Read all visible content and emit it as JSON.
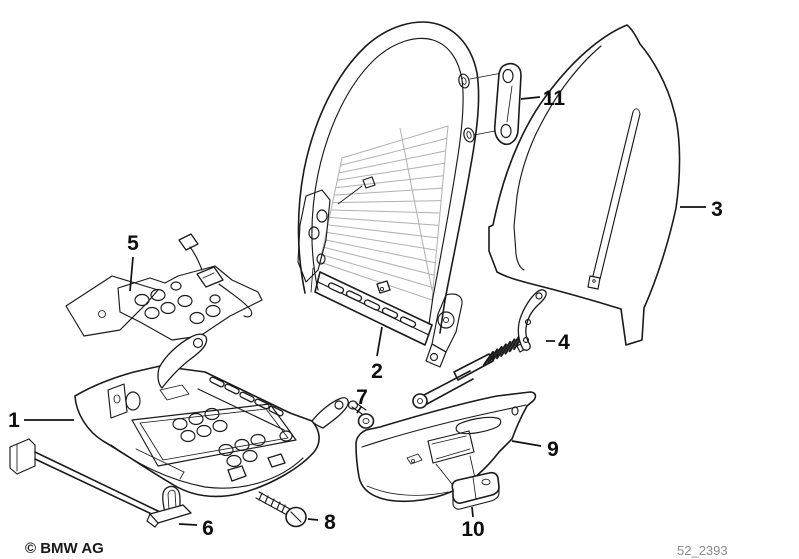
{
  "figure": {
    "callouts": [
      "1",
      "2",
      "3",
      "4",
      "5",
      "6",
      "7",
      "8",
      "9",
      "10",
      "11"
    ],
    "footer": {
      "copyright": "© BMW AG",
      "code": "52_2393"
    },
    "colors": {
      "line": "#1a1a1a",
      "mesh": "#b0b0b0",
      "muted_text": "#8c8c8c",
      "background": "#ffffff"
    }
  }
}
